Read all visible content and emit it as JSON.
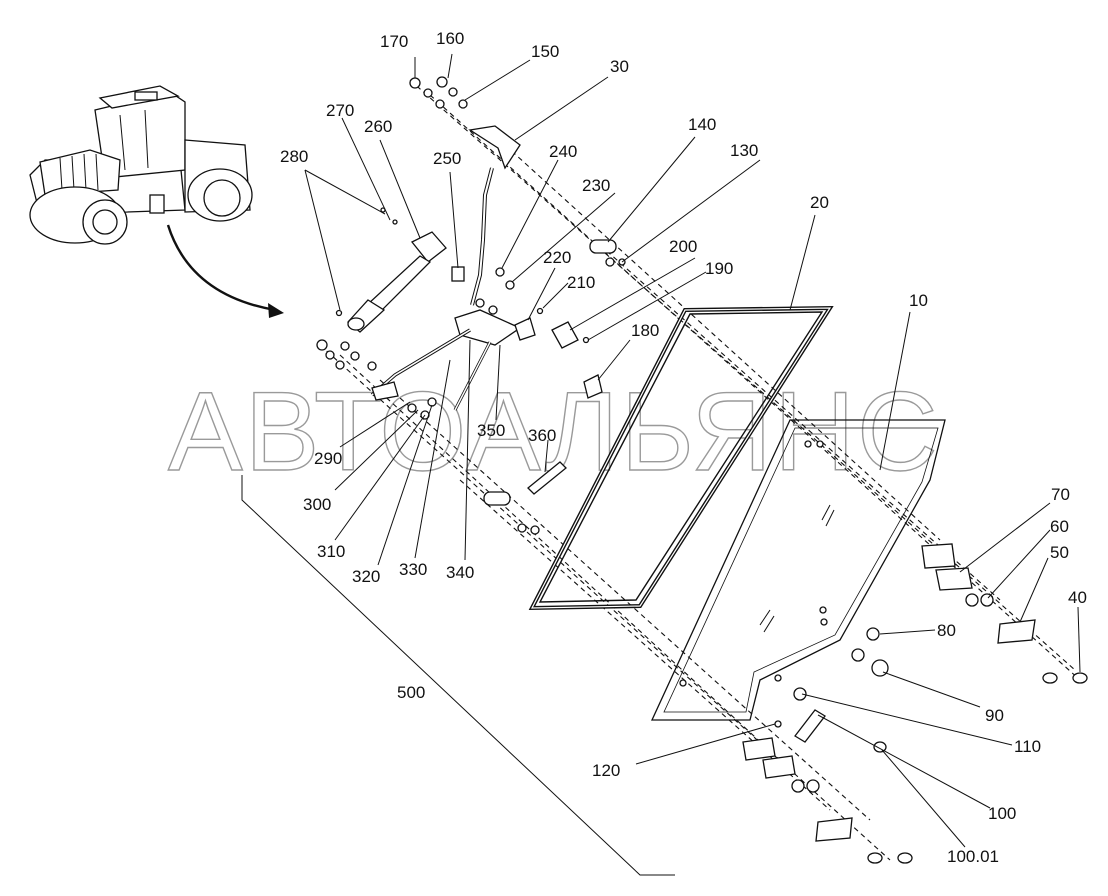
{
  "watermark": "АВТОАЛЬЯНС",
  "callouts": [
    {
      "id": "c170",
      "text": "170"
    },
    {
      "id": "c160",
      "text": "160"
    },
    {
      "id": "c150",
      "text": "150"
    },
    {
      "id": "c30",
      "text": "30"
    },
    {
      "id": "c270",
      "text": "270"
    },
    {
      "id": "c260",
      "text": "260"
    },
    {
      "id": "c280",
      "text": "280"
    },
    {
      "id": "c250",
      "text": "250"
    },
    {
      "id": "c240",
      "text": "240"
    },
    {
      "id": "c230",
      "text": "230"
    },
    {
      "id": "c140",
      "text": "140"
    },
    {
      "id": "c130",
      "text": "130"
    },
    {
      "id": "c20",
      "text": "20"
    },
    {
      "id": "c220",
      "text": "220"
    },
    {
      "id": "c200",
      "text": "200"
    },
    {
      "id": "c210",
      "text": "210"
    },
    {
      "id": "c190",
      "text": "190"
    },
    {
      "id": "c10",
      "text": "10"
    },
    {
      "id": "c180",
      "text": "180"
    },
    {
      "id": "c350",
      "text": "350"
    },
    {
      "id": "c360",
      "text": "360"
    },
    {
      "id": "c290",
      "text": "290"
    },
    {
      "id": "c300",
      "text": "300"
    },
    {
      "id": "c310",
      "text": "310"
    },
    {
      "id": "c320",
      "text": "320"
    },
    {
      "id": "c330",
      "text": "330"
    },
    {
      "id": "c340",
      "text": "340"
    },
    {
      "id": "c70",
      "text": "70"
    },
    {
      "id": "c60",
      "text": "60"
    },
    {
      "id": "c50",
      "text": "50"
    },
    {
      "id": "c40",
      "text": "40"
    },
    {
      "id": "c80",
      "text": "80"
    },
    {
      "id": "c90",
      "text": "90"
    },
    {
      "id": "c500",
      "text": "500"
    },
    {
      "id": "c110",
      "text": "110"
    },
    {
      "id": "c120",
      "text": "120"
    },
    {
      "id": "c100",
      "text": "100"
    },
    {
      "id": "c10001",
      "text": "100.01"
    }
  ]
}
